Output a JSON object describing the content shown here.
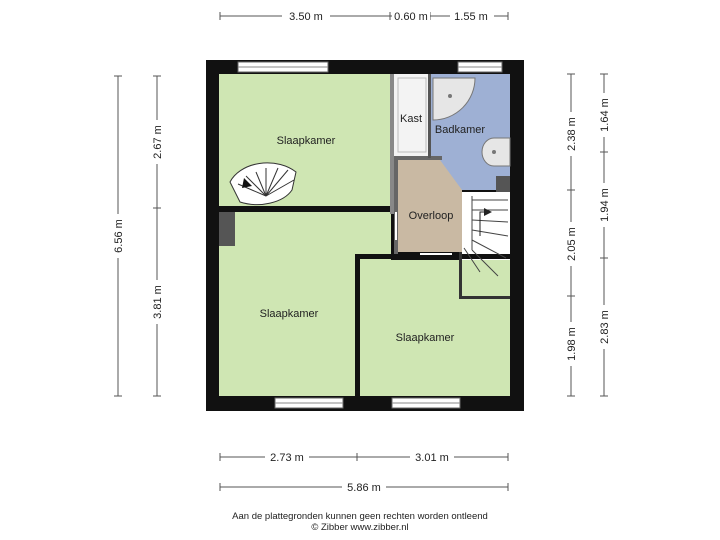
{
  "rooms": {
    "bedroom_top_left": "Slaapkamer",
    "closet": "Kast",
    "bathroom": "Badkamer",
    "landing": "Overloop",
    "bedroom_bottom_left": "Slaapkamer",
    "bedroom_bottom_right": "Slaapkamer"
  },
  "dimensions": {
    "top": [
      "3.50 m",
      "0.60 m",
      "1.55 m"
    ],
    "bottom_segments": [
      "2.73 m",
      "3.01 m"
    ],
    "bottom_total": "5.86 m",
    "left_total": "6.56 m",
    "left_inner": [
      "2.67 m",
      "3.81 m"
    ],
    "right_inner": [
      "2.38 m",
      "2.05 m",
      "1.98 m"
    ],
    "right_outer": [
      "1.64 m",
      "1.94 m",
      "2.83 m"
    ]
  },
  "footer": {
    "disclaimer": "Aan de plattegronden kunnen geen rechten worden ontleend",
    "credit": "© Zibber www.zibber.nl"
  },
  "colors": {
    "bedroom": "#cfe6b3",
    "bathroom": "#9eb0d4",
    "landing": "#c9b9a3",
    "closet": "#f3f3f3",
    "wall": "#111111"
  }
}
